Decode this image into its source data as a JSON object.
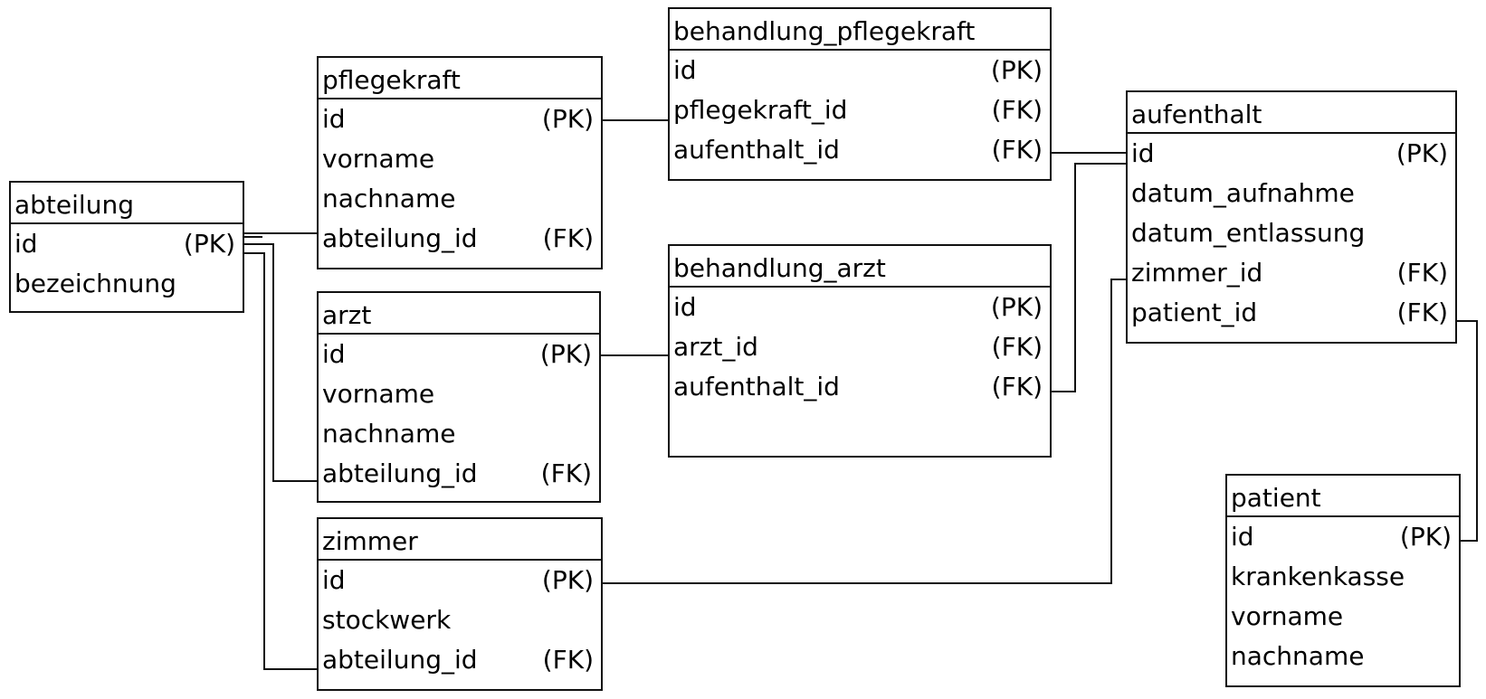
{
  "tables": {
    "abteilung": {
      "name": "abteilung",
      "columns": [
        {
          "name": "id",
          "key": "(PK)"
        },
        {
          "name": "bezeichnung",
          "key": ""
        }
      ]
    },
    "pflegekraft": {
      "name": "pflegekraft",
      "columns": [
        {
          "name": "id",
          "key": "(PK)"
        },
        {
          "name": "vorname",
          "key": ""
        },
        {
          "name": "nachname",
          "key": ""
        },
        {
          "name": "abteilung_id",
          "key": "(FK)"
        }
      ]
    },
    "arzt": {
      "name": "arzt",
      "columns": [
        {
          "name": "id",
          "key": "(PK)"
        },
        {
          "name": "vorname",
          "key": ""
        },
        {
          "name": "nachname",
          "key": ""
        },
        {
          "name": "abteilung_id",
          "key": "(FK)"
        }
      ]
    },
    "zimmer": {
      "name": "zimmer",
      "columns": [
        {
          "name": "id",
          "key": "(PK)"
        },
        {
          "name": "stockwerk",
          "key": ""
        },
        {
          "name": "abteilung_id",
          "key": "(FK)"
        }
      ]
    },
    "behandlung_pflegekraft": {
      "name": "behandlung_pflegekraft",
      "columns": [
        {
          "name": "id",
          "key": "(PK)"
        },
        {
          "name": "pflegekraft_id",
          "key": "(FK)"
        },
        {
          "name": "aufenthalt_id",
          "key": "(FK)"
        }
      ]
    },
    "behandlung_arzt": {
      "name": "behandlung_arzt",
      "columns": [
        {
          "name": "id",
          "key": "(PK)"
        },
        {
          "name": "arzt_id",
          "key": "(FK)"
        },
        {
          "name": "aufenthalt_id",
          "key": "(FK)"
        }
      ]
    },
    "aufenthalt": {
      "name": "aufenthalt",
      "columns": [
        {
          "name": "id",
          "key": "(PK)"
        },
        {
          "name": "datum_aufnahme",
          "key": ""
        },
        {
          "name": "datum_entlassung",
          "key": ""
        },
        {
          "name": "zimmer_id",
          "key": "(FK)"
        },
        {
          "name": "patient_id",
          "key": "(FK)"
        }
      ]
    },
    "patient": {
      "name": "patient",
      "columns": [
        {
          "name": "id",
          "key": "(PK)"
        },
        {
          "name": "krankenkasse",
          "key": ""
        },
        {
          "name": "vorname",
          "key": ""
        },
        {
          "name": "nachname",
          "key": ""
        }
      ]
    }
  }
}
